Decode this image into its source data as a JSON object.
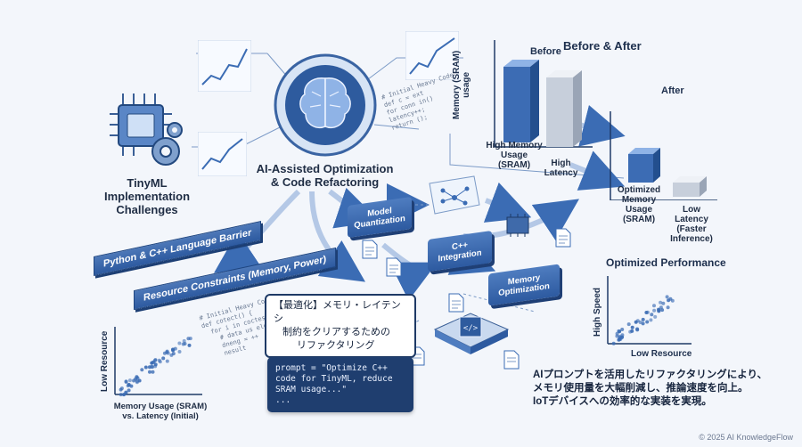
{
  "center_title": [
    "AI-Assisted Optimization",
    "& Code Refactoring"
  ],
  "challenges": {
    "title": [
      "TinyML",
      "Implementation",
      "Challenges"
    ],
    "banner1": "Python & C++ Language Barrier",
    "banner2": "Resource Constraints (Memory, Power)"
  },
  "steps": {
    "quant": [
      "Model",
      "Quantization"
    ],
    "cpp": [
      "C++",
      "Integration"
    ],
    "mem": [
      "Memory",
      "Optimization"
    ]
  },
  "bubble": [
    "【最適化】メモリ・レイテンシ",
    "制約をクリアするための",
    "リファクタリング"
  ],
  "prompt_lines": [
    "prompt = \"Optimize C++",
    "code for TinyML, reduce",
    "SRAM usage...\"",
    "..."
  ],
  "code_top": [
    "# Initial Heavy Code",
    "def c = ext",
    "for conn in()",
    "latency++;",
    "return ();"
  ],
  "code_mid": [
    "# Initial Heavy Code",
    "def cotect() {",
    "  for i in coctes() {",
    "    # data us eleletion)",
    "    dneng = ++",
    "    nesult"
  ],
  "before_after": {
    "title": "Before & After",
    "before": "Before",
    "after": "After",
    "ylabel": [
      "Memory (SRAM)",
      "usage"
    ],
    "before_labels": [
      [
        "High Memory",
        "Usage",
        "(SRAM)"
      ],
      [
        "High",
        "Latency"
      ]
    ],
    "after_labels": [
      [
        "Optimized",
        "Memory",
        "Usage",
        "(SRAM)"
      ],
      [
        "Low",
        "Latency",
        "(Faster",
        "Inference)"
      ]
    ]
  },
  "initial_plot": {
    "ylabel": "Low Resource",
    "xlabel": [
      "Memory Usage (SRAM)",
      "vs. Latency (Initial)"
    ]
  },
  "optimized_plot": {
    "title": "Optimized Performance",
    "ylabel": "High Speed",
    "xlabel": "Low Resource"
  },
  "summary": [
    "AIプロンプトを活用したリファクタリングにより、",
    "メモリ使用量を大幅削減し、推論速度を向上。",
    "IoTデバイスへの効率的な実装を実現。"
  ],
  "copyright": "© 2025 AI KnowledgeFlow",
  "colors": {
    "accent": "#2d5aa0",
    "dark": "#1e3a66",
    "light": "#8fb3e6"
  }
}
